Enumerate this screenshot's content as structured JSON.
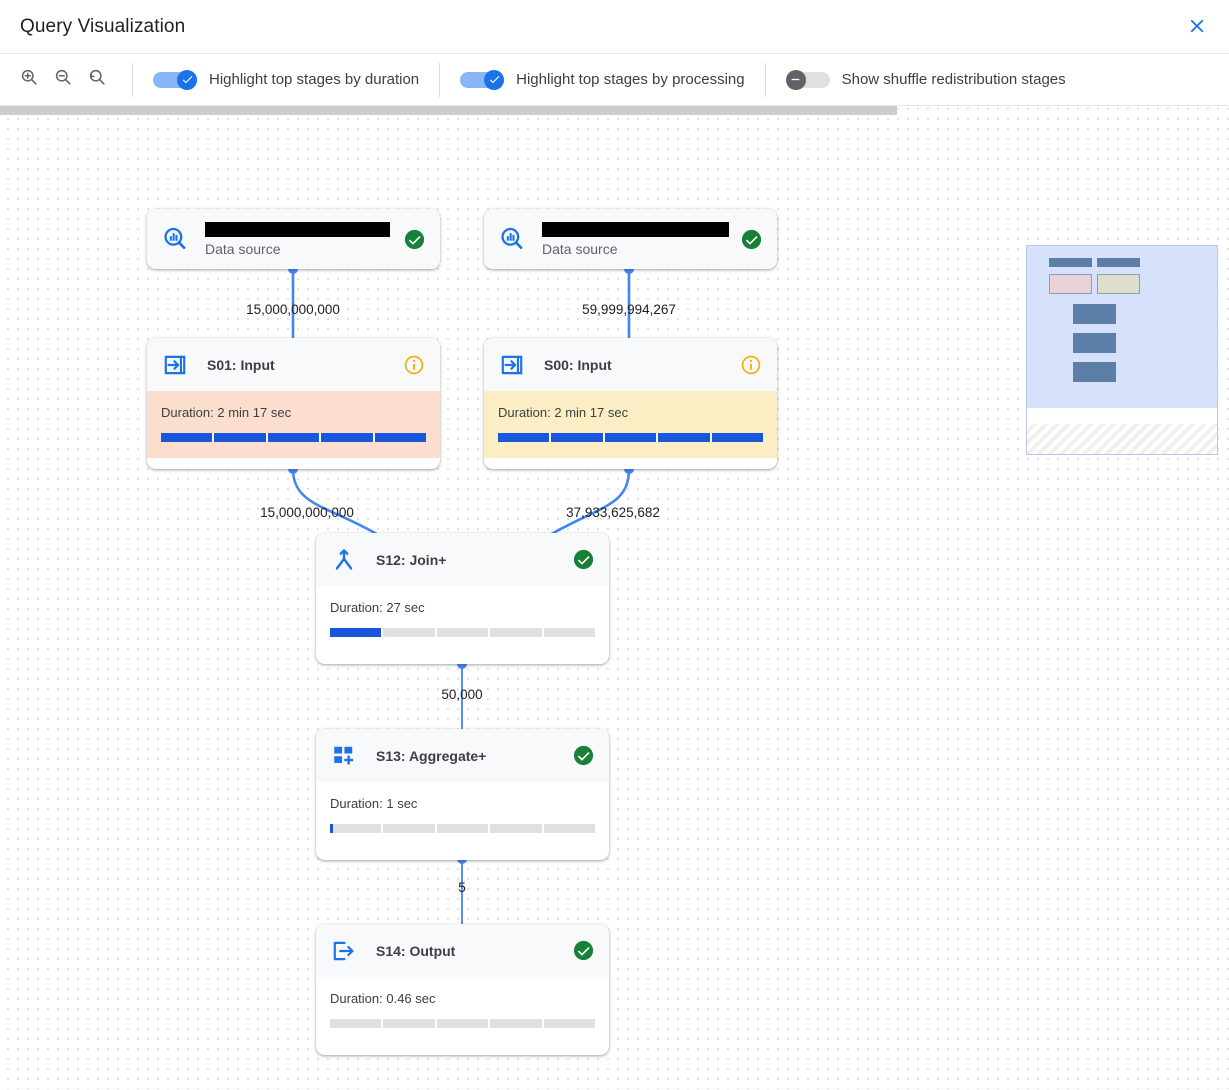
{
  "header": {
    "title": "Query Visualization",
    "close_icon": "close-icon"
  },
  "toolbar": {
    "zoom_in_icon": "zoom-in-icon",
    "zoom_out_icon": "zoom-out-icon",
    "zoom_reset_icon": "zoom-reset-icon",
    "toggles": [
      {
        "label": "Highlight top stages by duration",
        "state": "on"
      },
      {
        "label": "Highlight top stages by processing",
        "state": "on"
      },
      {
        "label": "Show shuffle redistribution stages",
        "state": "off"
      }
    ]
  },
  "colors": {
    "accent_blue": "#1a73e8",
    "toggle_on_track": "#8ab4f8",
    "toggle_off_knob": "#5f6368",
    "status_success": "#188038",
    "status_info": "#f9ab00",
    "duration_highlight": "#fbdecd",
    "processing_highlight": "#fbeec4",
    "bar_fill": "#1a56db",
    "bar_track": "#e0e0e0"
  },
  "graph": {
    "nodes": [
      {
        "id": "ds-left",
        "kind": "data-source",
        "name_redacted": true,
        "subtitle": "Data source",
        "status": "success",
        "icon": "data-source-icon"
      },
      {
        "id": "ds-right",
        "kind": "data-source",
        "name_redacted": true,
        "subtitle": "Data source",
        "status": "success",
        "icon": "data-source-icon"
      },
      {
        "id": "s01",
        "kind": "stage",
        "title": "S01: Input",
        "icon": "input-stage-icon",
        "status": "info",
        "duration_label": "Duration: 2 min 17 sec",
        "progress_percent": 100,
        "highlight": "duration"
      },
      {
        "id": "s00",
        "kind": "stage",
        "title": "S00: Input",
        "icon": "input-stage-icon",
        "status": "info",
        "duration_label": "Duration: 2 min 17 sec",
        "progress_percent": 100,
        "highlight": "processing"
      },
      {
        "id": "s12",
        "kind": "stage",
        "title": "S12: Join+",
        "icon": "join-stage-icon",
        "status": "success",
        "duration_label": "Duration: 27 sec",
        "progress_percent": 20,
        "highlight": "none"
      },
      {
        "id": "s13",
        "kind": "stage",
        "title": "S13: Aggregate+",
        "icon": "aggregate-stage-icon",
        "status": "success",
        "duration_label": "Duration: 1 sec",
        "progress_percent": 1.2,
        "highlight": "none"
      },
      {
        "id": "s14",
        "kind": "stage",
        "title": "S14: Output",
        "icon": "output-stage-icon",
        "status": "success",
        "duration_label": "Duration: 0.46 sec",
        "progress_percent": 0,
        "highlight": "none"
      }
    ],
    "edges": [
      {
        "from": "ds-left",
        "to": "s01",
        "label": "15,000,000,000"
      },
      {
        "from": "ds-right",
        "to": "s00",
        "label": "59,999,994,267"
      },
      {
        "from": "s01",
        "to": "s12",
        "label": "15,000,000,000"
      },
      {
        "from": "s00",
        "to": "s12",
        "label": "37,933,625,682"
      },
      {
        "from": "s12",
        "to": "s13",
        "label": "50,000"
      },
      {
        "from": "s13",
        "to": "s14",
        "label": "5"
      }
    ]
  },
  "minimap": {
    "name": "graph-minimap"
  }
}
